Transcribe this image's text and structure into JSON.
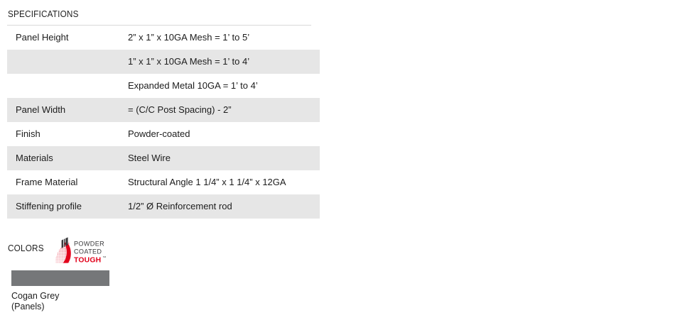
{
  "specifications": {
    "heading": "SPECIFICATIONS",
    "rows": [
      {
        "label": "Panel Height",
        "value": "2” x 1” x 10GA Mesh = 1’ to 5’",
        "shaded": false
      },
      {
        "label": "",
        "value": "1” x 1” x 10GA Mesh = 1’ to 4’",
        "shaded": true
      },
      {
        "label": "",
        "value": "Expanded Metal 10GA = 1’ to 4’",
        "shaded": false
      },
      {
        "label": "Panel Width",
        "value": "= (C/C Post Spacing) - 2”",
        "shaded": true
      },
      {
        "label": "Finish",
        "value": "Powder-coated",
        "shaded": false
      },
      {
        "label": "Materials",
        "value": "Steel Wire",
        "shaded": true
      },
      {
        "label": "Frame Material",
        "value": "Structural Angle 1 1/4” x 1 1/4” x 12GA",
        "shaded": false
      },
      {
        "label": "Stiffening profile",
        "value": "1/2” Ø Reinforcement rod",
        "shaded": true
      }
    ]
  },
  "colors": {
    "heading": "COLORS",
    "logo": {
      "name": "powder-coated-tough-logo",
      "line1": "POWDER",
      "line2": "COATED",
      "line3": "TOUGH",
      "trademark": "™",
      "red": "#e2001a",
      "dark": "#3a3a3c"
    },
    "swatches": [
      {
        "hex": "#757779",
        "name": "Cogan Grey",
        "application": "(Panels)"
      }
    ]
  }
}
